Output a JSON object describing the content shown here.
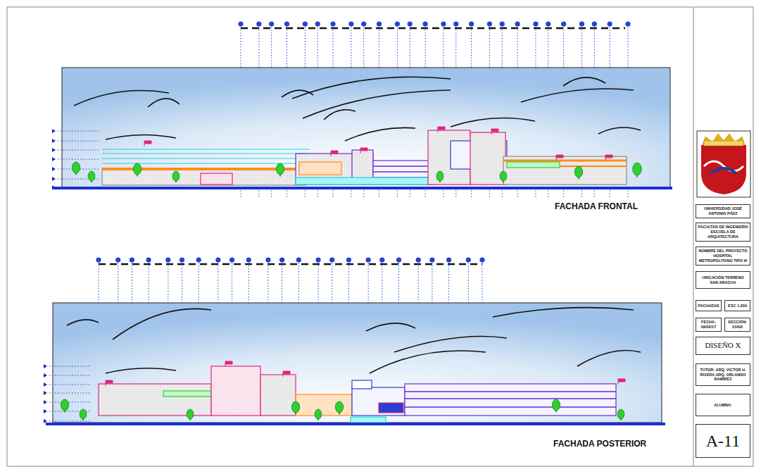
{
  "diagram": {
    "nodes": [
      {
        "text": [
          "UNIVERSIDAD JOSÉ ANTONIO PÁEZ"
        ]
      },
      {
        "text": [
          "FACULTAD DE INGENIERÍA ESCUELA DE ARQUITECTURA"
        ]
      },
      {
        "text": [
          "NOMBRE DEL PROYECTO HOSPITAL METROPOLITANO TIPO III"
        ]
      },
      {
        "text": [
          "UBICACIÓN TERRENO SAN ARAGUA"
        ]
      },
      {
        "text": [
          "FACHADAS"
        ]
      },
      {
        "text": [
          "ESC 1:200"
        ]
      },
      {
        "text": [
          "FECHA: 09/02/17"
        ]
      },
      {
        "text": [
          "SECCIÓN: 31002"
        ]
      },
      {
        "text": [
          "DISEÑO X"
        ]
      },
      {
        "text": [
          "TUTOR: ARQ. VICTOR H. RIVERA ARQ. ORLANDO RAMÍREZ"
        ]
      },
      {
        "text": [
          "ALUMNA:"
        ]
      },
      {
        "text": [
          "A-11"
        ]
      }
    ],
    "labels": [
      "FACHADA FRONTAL",
      "FACHADA POSTERIOR"
    ]
  }
}
